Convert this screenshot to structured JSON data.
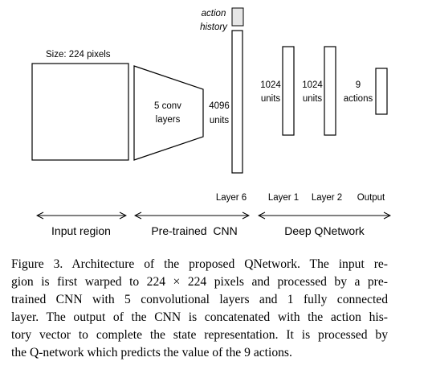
{
  "diagram": {
    "input": {
      "size_label": "Size: 224 pixels"
    },
    "conv": {
      "line1": "5 conv",
      "line2": "layers"
    },
    "layer6": {
      "units_line1": "4096",
      "units_line2": "units",
      "layer_label": "Layer 6"
    },
    "action_history": {
      "line1": "action",
      "line2": "history"
    },
    "layer1": {
      "units_line1": "1024",
      "units_line2": "units",
      "layer_label": "Layer 1"
    },
    "layer2": {
      "units_line1": "1024",
      "units_line2": "units",
      "layer_label": "Layer 2"
    },
    "output": {
      "units_line1": "9",
      "units_line2": "actions",
      "layer_label": "Output"
    },
    "groups": {
      "input_region": "Input region",
      "pretrained_cnn": "Pre-trained  CNN",
      "deep_qnetwork": "Deep QNetwork"
    },
    "colors": {
      "stroke": "#000000",
      "action_box_fill": "#e6e6e6"
    }
  },
  "caption": {
    "lines": [
      "Figure 3. Architecture of the proposed QNetwork.  The input re-",
      "gion is first warped to 224 × 224 pixels and processed by a pre-",
      "trained CNN with 5 convolutional layers and 1 fully connected",
      "layer. The output of the CNN is concatenated with the action his-",
      "tory vector to complete the state representation. It is processed by",
      "the Q-network which predicts the value of the 9 actions."
    ]
  }
}
